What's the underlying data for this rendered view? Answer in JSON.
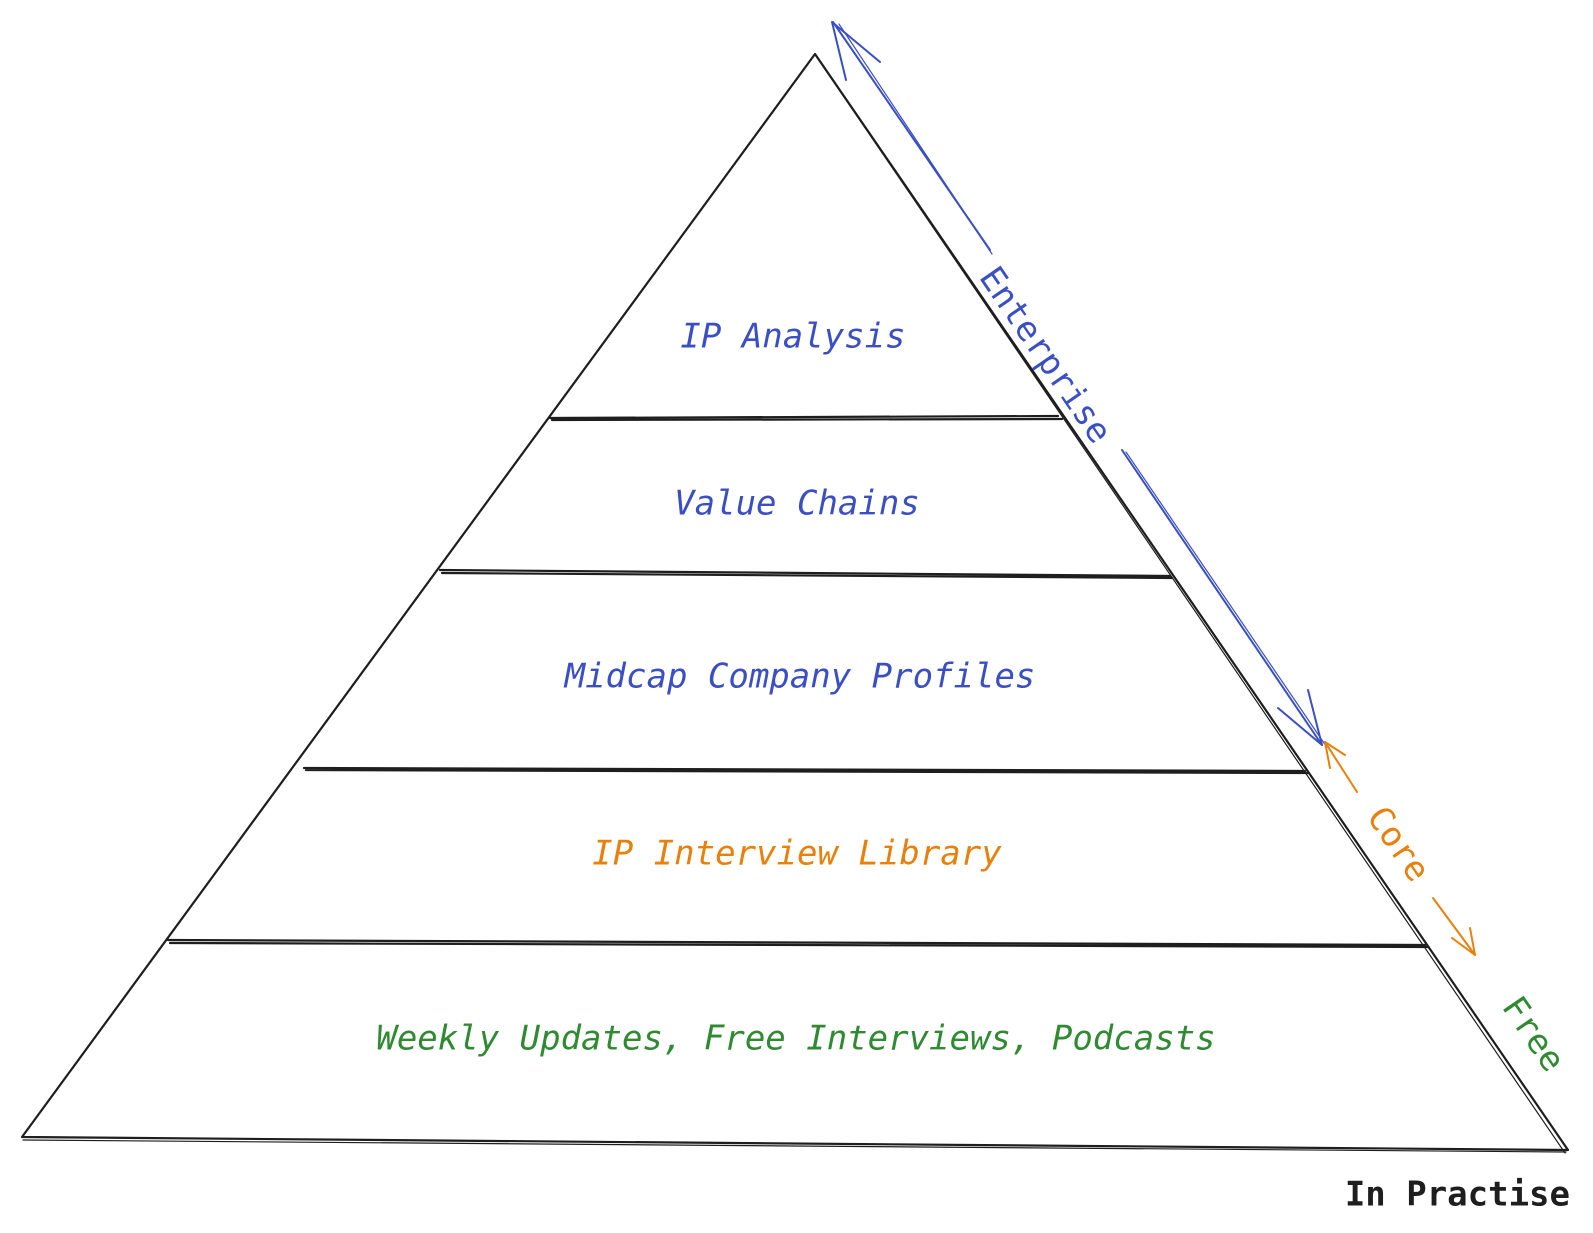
{
  "colors": {
    "enterprise": "#3b4fc4",
    "core": "#e8800c",
    "free": "#2f8a32",
    "outline": "#1e1e1e"
  },
  "tiers": [
    {
      "label": "IP Analysis",
      "group": "enterprise"
    },
    {
      "label": "Value Chains",
      "group": "enterprise"
    },
    {
      "label": "Midcap Company Profiles",
      "group": "enterprise"
    },
    {
      "label": "IP Interview Library",
      "group": "core"
    },
    {
      "label": "Weekly Updates, Free Interviews, Podcasts",
      "group": "free"
    }
  ],
  "access_levels": {
    "enterprise": "Enterprise",
    "core": "Core",
    "free": "Free"
  },
  "brand": "In Practise"
}
